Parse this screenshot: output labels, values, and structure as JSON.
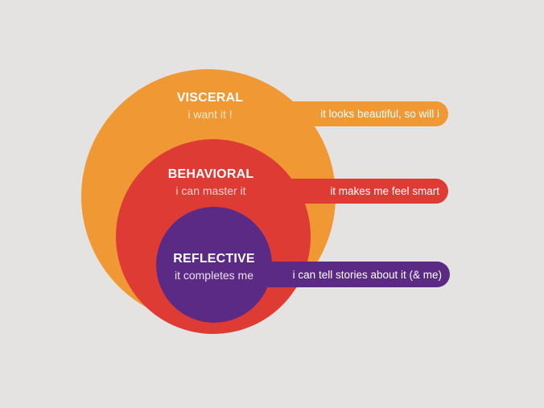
{
  "colors": {
    "background": "#e4e3e1",
    "visceral": "#ef9834",
    "behavioral": "#dd3b34",
    "reflective": "#5a2a85",
    "title_text": "#ffffff",
    "visceral_sub_text": "#fde8c8",
    "behavioral_sub_text": "#fbd4cf",
    "reflective_sub_text": "#ece2f5"
  },
  "levels": [
    {
      "id": "visceral",
      "title": "VISCERAL",
      "subtitle": "i want it !",
      "statement": "it looks beautiful, so will i"
    },
    {
      "id": "behavioral",
      "title": "BEHAVIORAL",
      "subtitle": "i can master it",
      "statement": "it makes me feel smart"
    },
    {
      "id": "reflective",
      "title": "REFLECTIVE",
      "subtitle": "it completes me",
      "statement": "i can tell stories about it (& me)"
    }
  ]
}
